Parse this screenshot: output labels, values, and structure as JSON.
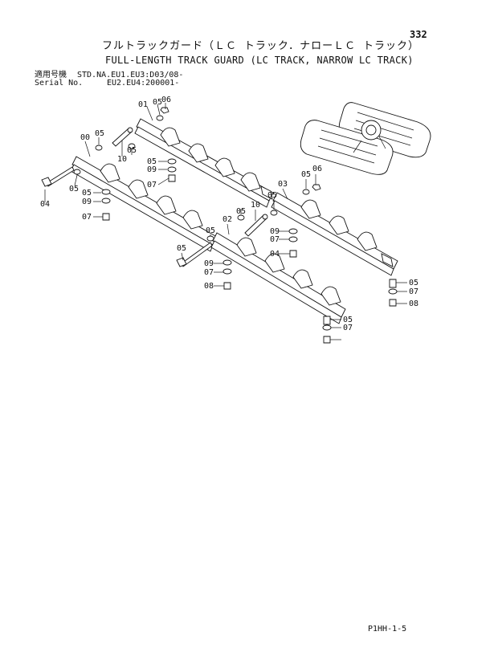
{
  "page": {
    "number": "332",
    "title_ja": "フルトラックガード（ＬＣ トラック．ナローＬＣ トラック）",
    "title_en": "FULL-LENGTH TRACK GUARD (LC TRACK, NARROW LC TRACK)",
    "applicability_label": "適用号機",
    "serial_label": "Serial No.",
    "applicability_value": "STD.NA.EU1.EU3:D03/08-",
    "serial_value": "EU2.EU4:200001-",
    "footer_code": "P1HH-1-5"
  },
  "callouts": [
    {
      "id": "c01",
      "text": "01"
    },
    {
      "id": "c05a",
      "text": "05"
    },
    {
      "id": "c06a",
      "text": "06"
    },
    {
      "id": "c05b",
      "text": "05"
    },
    {
      "id": "c00",
      "text": "00"
    },
    {
      "id": "c10a",
      "text": "10"
    },
    {
      "id": "c05c",
      "text": "05"
    },
    {
      "id": "c05d",
      "text": "05"
    },
    {
      "id": "c09a",
      "text": "09"
    },
    {
      "id": "c07a",
      "text": "07"
    },
    {
      "id": "c05e",
      "text": "05"
    },
    {
      "id": "c04a",
      "text": "04"
    },
    {
      "id": "c05f",
      "text": "05"
    },
    {
      "id": "c09b",
      "text": "09"
    },
    {
      "id": "c07b",
      "text": "07"
    },
    {
      "id": "c03",
      "text": "03"
    },
    {
      "id": "c05g",
      "text": "05"
    },
    {
      "id": "c06b",
      "text": "06"
    },
    {
      "id": "c10b",
      "text": "10"
    },
    {
      "id": "c02",
      "text": "02"
    },
    {
      "id": "c05h",
      "text": "05"
    },
    {
      "id": "c05i",
      "text": "05"
    },
    {
      "id": "c05j",
      "text": "05"
    },
    {
      "id": "c09c",
      "text": "09"
    },
    {
      "id": "c07c",
      "text": "07"
    },
    {
      "id": "c04b",
      "text": "04"
    },
    {
      "id": "c05k",
      "text": "05"
    },
    {
      "id": "c09d",
      "text": "09"
    },
    {
      "id": "c07d",
      "text": "07"
    },
    {
      "id": "c08a",
      "text": "08"
    },
    {
      "id": "c05l",
      "text": "05"
    },
    {
      "id": "c07e",
      "text": "07"
    },
    {
      "id": "c08b",
      "text": "08"
    },
    {
      "id": "c05m",
      "text": "05"
    },
    {
      "id": "c07f",
      "text": "07"
    }
  ]
}
